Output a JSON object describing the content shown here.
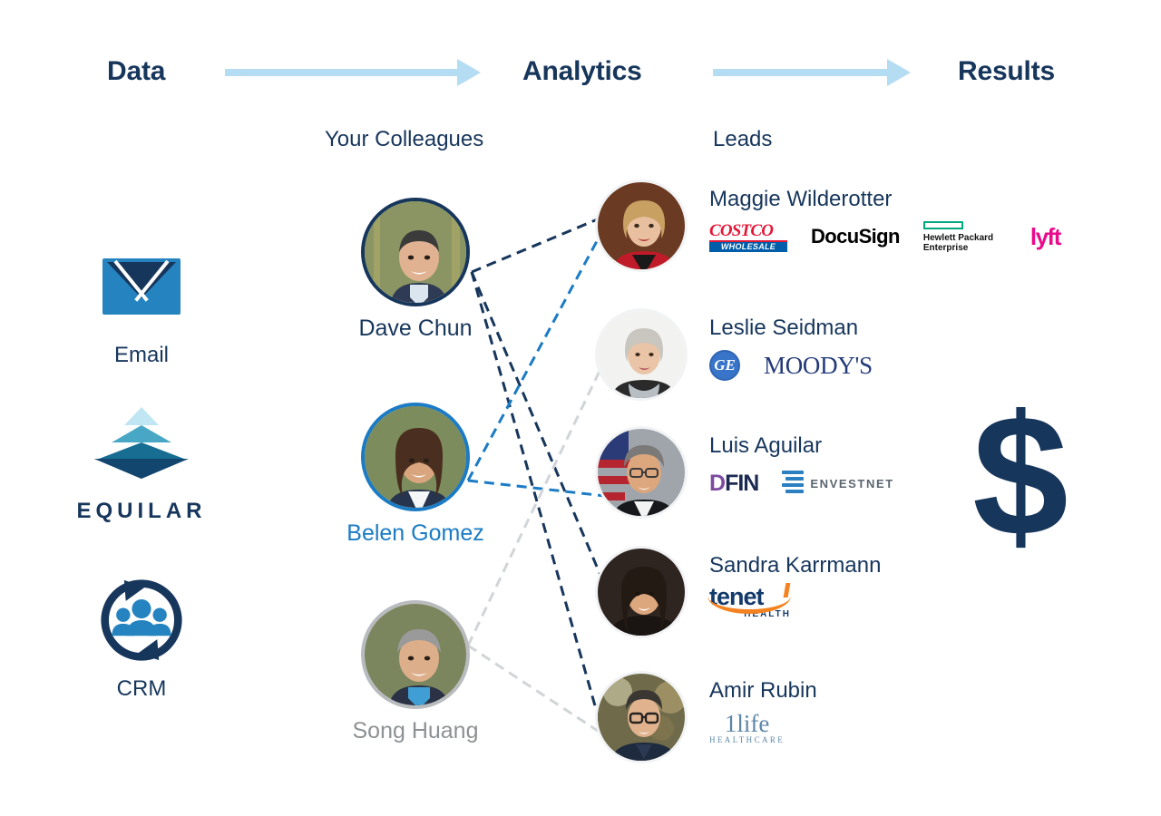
{
  "header": {
    "stages": [
      {
        "label": "Data"
      },
      {
        "label": "Analytics"
      },
      {
        "label": "Results"
      }
    ],
    "arrow_color": "#b4dcf3"
  },
  "columns": {
    "colleagues_title": "Your Colleagues",
    "leads_title": "Leads"
  },
  "data_sources": [
    {
      "label": "Email",
      "icon": "envelope-icon"
    },
    {
      "label": "EQUILAR",
      "icon": "equilar-pyramid-logo"
    },
    {
      "label": "CRM",
      "icon": "crm-people-cycle-icon"
    }
  ],
  "colleagues": [
    {
      "name": "Dave Chun",
      "state": "navy"
    },
    {
      "name": "Belen Gomez",
      "state": "blue"
    },
    {
      "name": "Song Huang",
      "state": "gray"
    }
  ],
  "leads": [
    {
      "name": "Maggie Wilderotter",
      "companies": [
        "Costco Wholesale",
        "DocuSign",
        "Hewlett Packard Enterprise",
        "Lyft"
      ]
    },
    {
      "name": "Leslie Seidman",
      "companies": [
        "GE",
        "Moody's"
      ]
    },
    {
      "name": "Luis Aguilar",
      "companies": [
        "DFIN",
        "Envestnet"
      ]
    },
    {
      "name": "Sandra Karrmann",
      "companies": [
        "Tenet Health"
      ]
    },
    {
      "name": "Amir Rubin",
      "companies": [
        "1life Healthcare"
      ]
    }
  ],
  "logos": {
    "costco_top": "COSTCO",
    "costco_bottom": "WHOLESALE",
    "docusign": "DocuSign",
    "hpe_line1": "Hewlett Packard",
    "hpe_line2": "Enterprise",
    "lyft": "lyft",
    "ge": "GE",
    "moodys": "MOODY'S",
    "dfin_d": "D",
    "dfin_fin": "FIN",
    "envestnet": "ENVESTNET",
    "tenet_word": "tenet",
    "tenet_sub": "HEALTH",
    "onelife_word": "1life",
    "onelife_sub": "HEALTHCARE"
  },
  "results": {
    "icon": "dollar-sign-icon",
    "symbol": "$",
    "color": "#17365c"
  },
  "connections": [
    {
      "from": "Dave Chun",
      "to": "Maggie Wilderotter",
      "color": "#17365c"
    },
    {
      "from": "Dave Chun",
      "to": "Sandra Karrmann",
      "color": "#17365c"
    },
    {
      "from": "Dave Chun",
      "to": "Amir Rubin",
      "color": "#17365c"
    },
    {
      "from": "Belen Gomez",
      "to": "Maggie Wilderotter",
      "color": "#1b7bc4"
    },
    {
      "from": "Belen Gomez",
      "to": "Luis Aguilar",
      "color": "#1b7bc4"
    },
    {
      "from": "Song Huang",
      "to": "Leslie Seidman",
      "color": "#d2d5d8"
    },
    {
      "from": "Song Huang",
      "to": "Amir Rubin",
      "color": "#d2d5d8"
    }
  ],
  "colors": {
    "navy": "#17365c",
    "blue": "#1b7bc4",
    "gray": "#8e9194",
    "arrow": "#b4dcf3"
  }
}
